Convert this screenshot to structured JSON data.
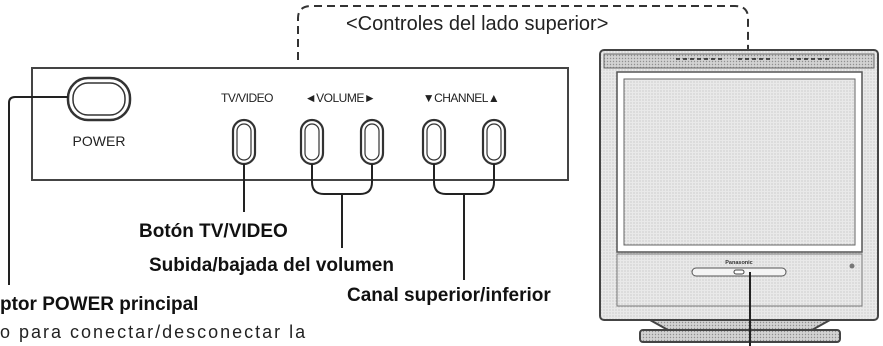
{
  "top_controls_heading": "<Controles del lado superior>",
  "panel": {
    "power_label": "POWER",
    "tv_video_label": "TV/VIDEO",
    "volume_label": "◄VOLUME►",
    "channel_label": "▼CHANNEL▲"
  },
  "callouts": {
    "tv_video_button": "Botón TV/VIDEO",
    "volume": "Subida/bajada del volumen",
    "channel": "Canal superior/inferior",
    "power_switch": "ptor POWER principal",
    "power_description": "o para conectar/desconectar la"
  },
  "tv": {
    "brand": "Panasonic"
  }
}
